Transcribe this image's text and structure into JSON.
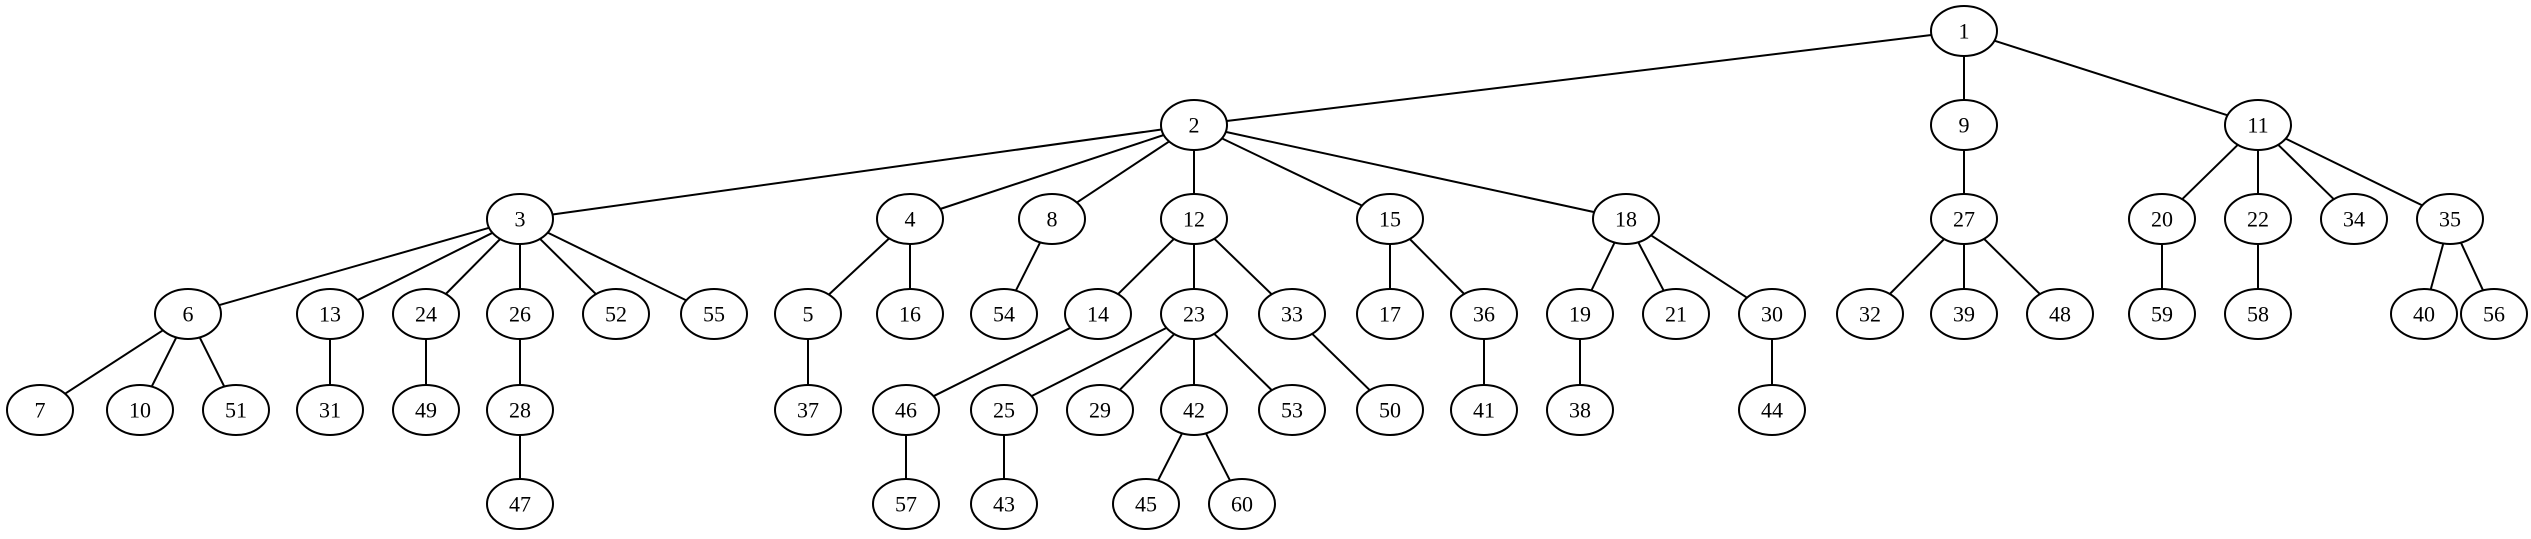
{
  "nodes": [
    "1",
    "2",
    "3",
    "4",
    "5",
    "6",
    "7",
    "8",
    "9",
    "10",
    "11",
    "12",
    "13",
    "14",
    "15",
    "16",
    "17",
    "18",
    "19",
    "20",
    "21",
    "22",
    "23",
    "24",
    "25",
    "26",
    "27",
    "28",
    "29",
    "30",
    "31",
    "32",
    "33",
    "34",
    "35",
    "36",
    "37",
    "38",
    "39",
    "40",
    "41",
    "42",
    "43",
    "44",
    "45",
    "46",
    "47",
    "48",
    "49",
    "50",
    "51",
    "52",
    "53",
    "54",
    "55",
    "56",
    "57",
    "58",
    "59",
    "60"
  ],
  "edges": [
    [
      "1",
      "2"
    ],
    [
      "1",
      "9"
    ],
    [
      "1",
      "11"
    ],
    [
      "2",
      "3"
    ],
    [
      "2",
      "4"
    ],
    [
      "2",
      "8"
    ],
    [
      "2",
      "12"
    ],
    [
      "2",
      "15"
    ],
    [
      "2",
      "18"
    ],
    [
      "9",
      "27"
    ],
    [
      "11",
      "20"
    ],
    [
      "11",
      "22"
    ],
    [
      "11",
      "34"
    ],
    [
      "11",
      "35"
    ],
    [
      "3",
      "6"
    ],
    [
      "3",
      "13"
    ],
    [
      "3",
      "24"
    ],
    [
      "3",
      "26"
    ],
    [
      "3",
      "52"
    ],
    [
      "3",
      "55"
    ],
    [
      "4",
      "5"
    ],
    [
      "4",
      "16"
    ],
    [
      "8",
      "54"
    ],
    [
      "12",
      "14"
    ],
    [
      "12",
      "23"
    ],
    [
      "12",
      "33"
    ],
    [
      "15",
      "17"
    ],
    [
      "15",
      "36"
    ],
    [
      "18",
      "19"
    ],
    [
      "18",
      "21"
    ],
    [
      "18",
      "30"
    ],
    [
      "27",
      "32"
    ],
    [
      "27",
      "39"
    ],
    [
      "27",
      "48"
    ],
    [
      "20",
      "59"
    ],
    [
      "22",
      "58"
    ],
    [
      "35",
      "40"
    ],
    [
      "35",
      "56"
    ],
    [
      "6",
      "7"
    ],
    [
      "6",
      "10"
    ],
    [
      "6",
      "51"
    ],
    [
      "13",
      "31"
    ],
    [
      "24",
      "49"
    ],
    [
      "26",
      "28"
    ],
    [
      "5",
      "37"
    ],
    [
      "14",
      "46"
    ],
    [
      "23",
      "25"
    ],
    [
      "23",
      "29"
    ],
    [
      "23",
      "42"
    ],
    [
      "23",
      "53"
    ],
    [
      "33",
      "50"
    ],
    [
      "36",
      "41"
    ],
    [
      "19",
      "38"
    ],
    [
      "30",
      "44"
    ],
    [
      "28",
      "47"
    ],
    [
      "46",
      "57"
    ],
    [
      "25",
      "43"
    ],
    [
      "42",
      "45"
    ],
    [
      "42",
      "60"
    ]
  ]
}
